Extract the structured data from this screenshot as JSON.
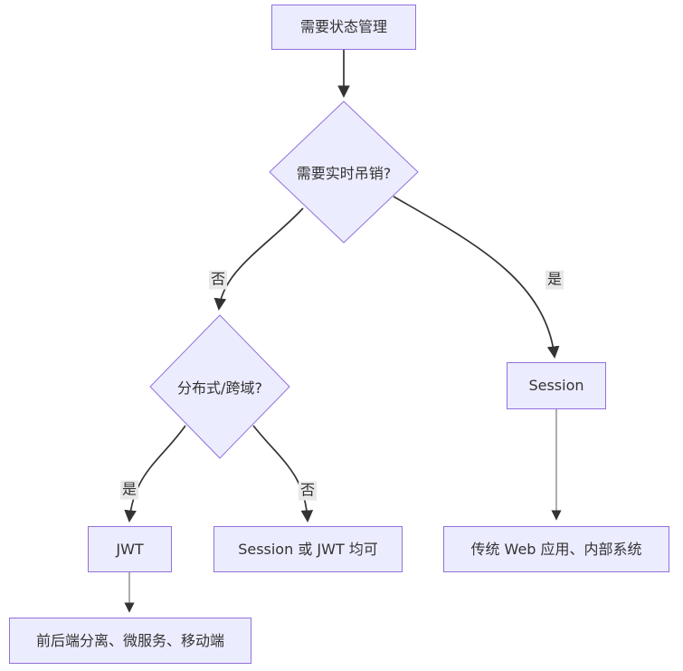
{
  "diagram": {
    "nodes": {
      "start": {
        "label": "需要状态管理"
      },
      "revoke_q": {
        "label": "需要实时吊销?"
      },
      "dist_q": {
        "label": "分布式/跨域?"
      },
      "session": {
        "label": "Session"
      },
      "jwt": {
        "label": "JWT"
      },
      "either": {
        "label": "Session 或 JWT 均可"
      },
      "traditional": {
        "label": "传统 Web 应用、内部系统"
      },
      "separated": {
        "label": "前后端分离、微服务、移动端"
      }
    },
    "edge_labels": {
      "revoke_no": "否",
      "revoke_yes": "是",
      "dist_yes": "是",
      "dist_no": "否"
    },
    "colors": {
      "node_fill": "#ECECFF",
      "node_border": "#9370DB",
      "edge_dark": "#333333",
      "edge_gray": "#8C8C8C",
      "edge_label_bg": "#E8E8E8",
      "text": "#333333"
    }
  }
}
